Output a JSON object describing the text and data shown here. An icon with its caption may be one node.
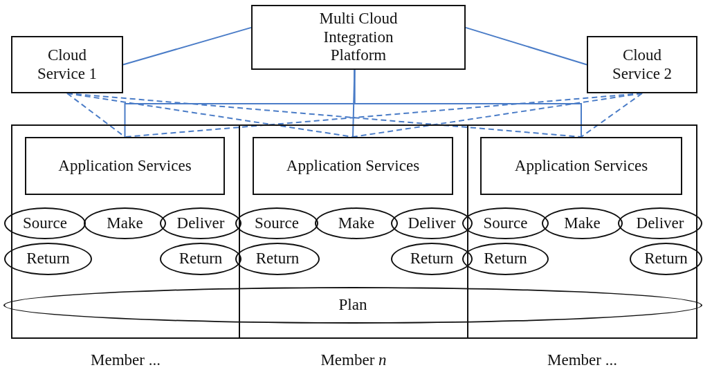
{
  "diagram": {
    "nodes": [
      {
        "text": [
          "Multi Cloud Integration Platform"
        ]
      },
      {
        "text": [
          "Cloud Service 1"
        ]
      },
      {
        "text": [
          "Cloud Service 2"
        ]
      },
      {
        "text": [
          "Member ..."
        ]
      },
      {
        "text": [
          "Member *n*"
        ]
      },
      {
        "text": [
          "Member ..."
        ]
      },
      {
        "text": [
          "Application Services"
        ],
        "in": 3
      },
      {
        "text": [
          "Source"
        ],
        "in": 3
      },
      {
        "text": [
          "Make"
        ],
        "in": 3
      },
      {
        "text": [
          "Deliver"
        ],
        "in": 3
      },
      {
        "text": [
          "Return"
        ],
        "in": 3
      },
      {
        "text": [
          "Return"
        ],
        "in": 3
      },
      {
        "text": [
          "Application Services"
        ],
        "in": 4
      },
      {
        "text": [
          "Source"
        ],
        "in": 4
      },
      {
        "text": [
          "Make"
        ],
        "in": 4
      },
      {
        "text": [
          "Deliver"
        ],
        "in": 4
      },
      {
        "text": [
          "Return"
        ],
        "in": 4
      },
      {
        "text": [
          "Return"
        ],
        "in": 4
      },
      {
        "text": [
          "Application Services"
        ],
        "in": 5
      },
      {
        "text": [
          "Source"
        ],
        "in": 5
      },
      {
        "text": [
          "Make"
        ],
        "in": 5
      },
      {
        "text": [
          "Deliver"
        ],
        "in": 5
      },
      {
        "text": [
          "Return"
        ],
        "in": 5
      },
      {
        "text": [
          "Return"
        ],
        "in": 5
      },
      {
        "text": [
          "Plan"
        ]
      }
    ],
    "edges": [
      {
        "from": 0,
        "to": 1,
        "arrow": "none",
        "color": "#4a7cc7"
      },
      {
        "from": 0,
        "to": 2,
        "arrow": "none",
        "color": "#4a7cc7"
      },
      {
        "from": 0,
        "to": 6,
        "arrow": "none",
        "color": "#4a7cc7"
      },
      {
        "from": 0,
        "to": 12,
        "arrow": "none",
        "color": "#4a7cc7"
      },
      {
        "from": 0,
        "to": 18,
        "arrow": "none",
        "color": "#4a7cc7"
      },
      {
        "from": 1,
        "to": 6,
        "arrow": "none",
        "style": "dashed",
        "color": "#4a7cc7"
      },
      {
        "from": 1,
        "to": 12,
        "arrow": "none",
        "style": "dashed",
        "color": "#4a7cc7"
      },
      {
        "from": 1,
        "to": 18,
        "arrow": "none",
        "style": "dashed",
        "color": "#4a7cc7"
      },
      {
        "from": 2,
        "to": 18,
        "arrow": "none",
        "style": "dashed",
        "color": "#4a7cc7"
      },
      {
        "from": 2,
        "to": 12,
        "arrow": "none",
        "style": "dashed",
        "color": "#4a7cc7"
      },
      {
        "from": 2,
        "to": 6,
        "arrow": "none",
        "style": "dashed",
        "color": "#4a7cc7"
      }
    ]
  }
}
